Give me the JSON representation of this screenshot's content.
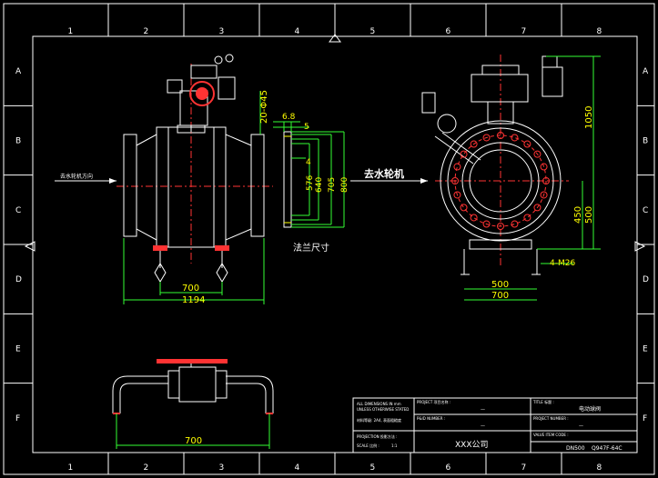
{
  "border": {
    "col_labels": [
      "1",
      "2",
      "3",
      "4",
      "5",
      "6",
      "7",
      "8"
    ],
    "row_labels": [
      "A",
      "B",
      "C",
      "D",
      "E",
      "F"
    ]
  },
  "front_view": {
    "flow_label": "去水轮机方向",
    "dims": {
      "bolt": "20-Φ45",
      "face_to_face_inner": "700",
      "face_to_face": "1194"
    }
  },
  "flange_detail": {
    "title": "法兰尺寸",
    "dims": [
      "6.8",
      "5",
      "4",
      "576",
      "640",
      "705",
      "800"
    ]
  },
  "side_view": {
    "flow_label": "去水轮机",
    "dims": {
      "height": "1050",
      "lower": "450",
      "center": "500",
      "anchor": "4-M26",
      "base_inner": "500",
      "base_outer": "700"
    }
  },
  "plan_view": {
    "dims": {
      "length": "700"
    }
  },
  "title_block": {
    "header_left": "ALL DIMENSIONS IN mm",
    "header_left2": "UNLESS OTHERWISE STATED",
    "material_row": "材料等级: 2A4, 表面粗糙度",
    "project_label": "PROJECT 项目名称 :",
    "project_value": "—",
    "title_label": "TITLE 标题 :",
    "title_value": "电动球阀",
    "pid_label": "P&ID NUMBER :",
    "pid_value": "—",
    "spec_label": "PROJECT NUMBER :",
    "spec_value": "—",
    "company": "XXX公司",
    "projection_label": "PROJECTION 投影方法 :",
    "tag_label": "VALVE ITEM CODE :",
    "tag_value1": "DN500",
    "tag_value2": "Q947F-64C",
    "scale_label": "SCALE 比例 :",
    "scale_value": "1:1"
  }
}
